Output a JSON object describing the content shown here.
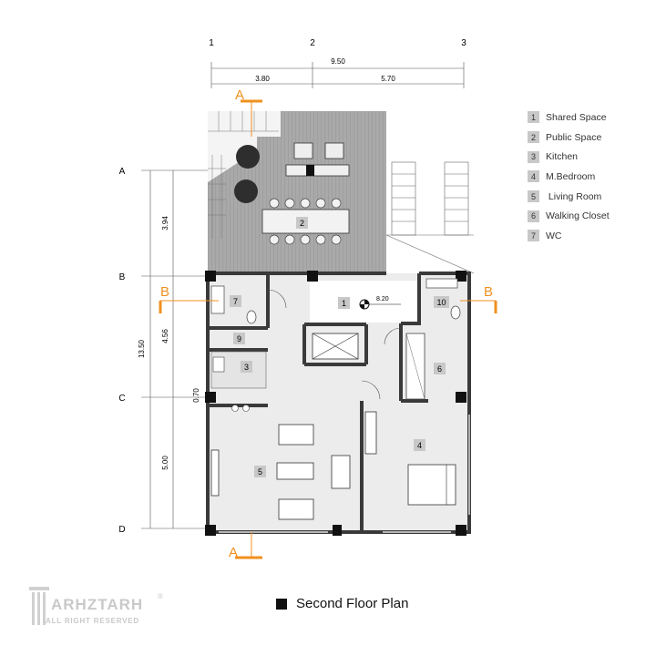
{
  "grid": {
    "columns": [
      "1",
      "2",
      "3"
    ],
    "rows": [
      "A",
      "B",
      "C",
      "D"
    ]
  },
  "dimensions": {
    "top_total": "9.50",
    "top_left": "3.80",
    "top_right": "5.70",
    "left_total": "13.50",
    "left_ab": "3.94",
    "left_bc": "4.56",
    "left_c": "0.70",
    "left_cd": "5.00",
    "level": "8.20"
  },
  "section_marks": {
    "a": "A",
    "b": "B"
  },
  "rooms": [
    {
      "num": "1",
      "label": "Shared Space"
    },
    {
      "num": "2",
      "label": "Public Space"
    },
    {
      "num": "3",
      "label": "Kitchen"
    },
    {
      "num": "4",
      "label": "M.Bedroom"
    },
    {
      "num": "5",
      "label": " Living Room"
    },
    {
      "num": "6",
      "label": "Walking Closet"
    },
    {
      "num": "7",
      "label": "WC"
    }
  ],
  "plan_tags": [
    "1",
    "2",
    "3",
    "4",
    "5",
    "6",
    "7",
    "9",
    "10"
  ],
  "caption": "Second Floor Plan",
  "logo": {
    "text": "ARHZTARH",
    "sub": "ALL RIGHT RESERVED",
    "reg": "®"
  },
  "colors": {
    "accent": "#f0901e",
    "wall": "#3a3a3a",
    "floor": "#ebebeb",
    "terrace": "#a3a3a3",
    "tag": "#c8c8c8"
  }
}
